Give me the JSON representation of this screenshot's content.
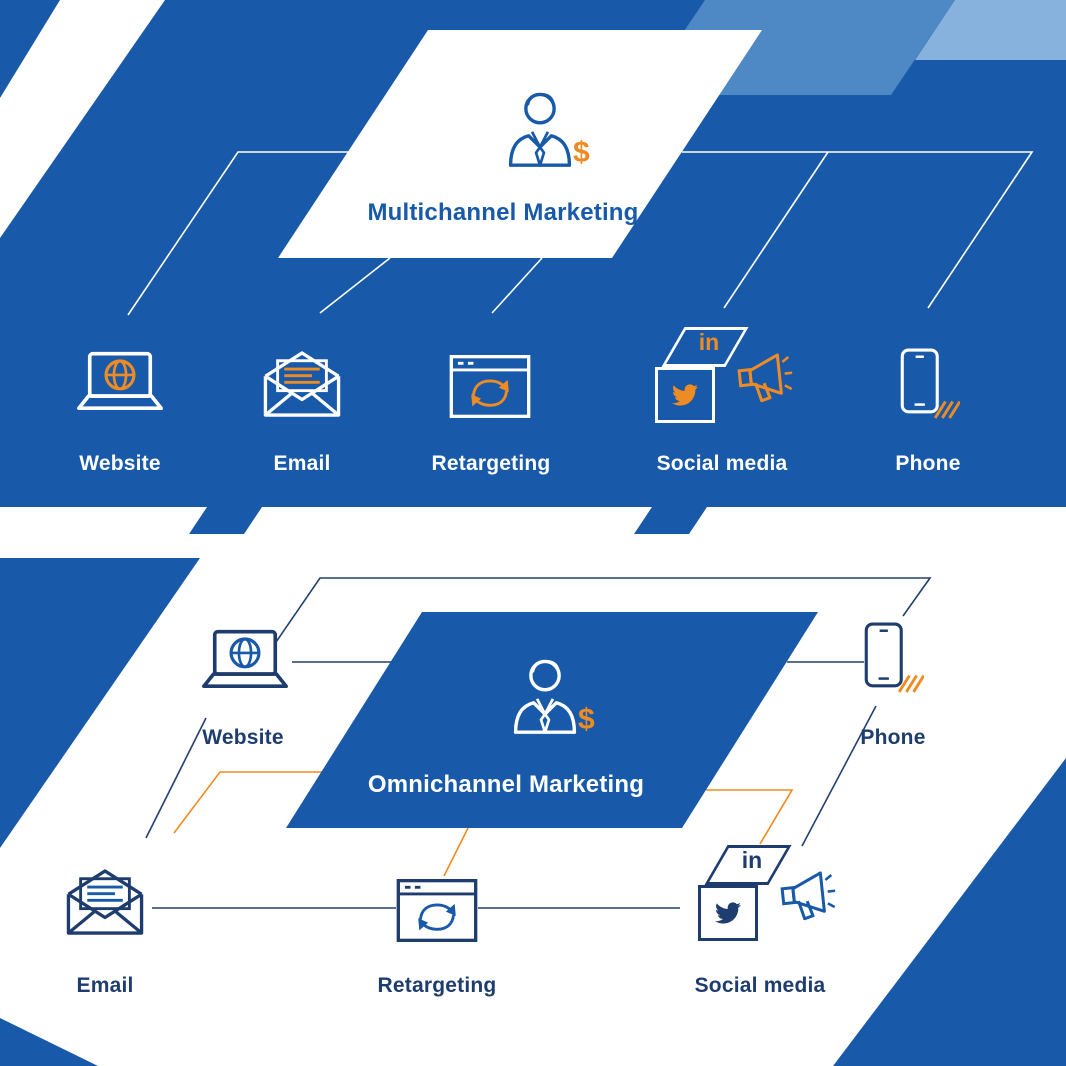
{
  "colors": {
    "primary_blue": "#185aa9",
    "navy": "#1e3d6e",
    "orange": "#ef8b23",
    "light_blue_stripe": "#4e88c5",
    "lighter_blue_stripe": "#87b2de",
    "white": "#ffffff"
  },
  "top_section": {
    "title": "Multichannel Marketing",
    "dollar_sign": "$",
    "linkedin_text": "in",
    "channels": [
      {
        "label": "Website",
        "icon": "laptop-globe-icon"
      },
      {
        "label": "Email",
        "icon": "open-envelope-icon"
      },
      {
        "label": "Retargeting",
        "icon": "browser-refresh-icon"
      },
      {
        "label": "Social media",
        "icon": "linkedin-twitter-megaphone-icon"
      },
      {
        "label": "Phone",
        "icon": "smartphone-icon"
      }
    ]
  },
  "bottom_section": {
    "title": "Omnichannel Marketing",
    "dollar_sign": "$",
    "linkedin_text": "in",
    "channels": [
      {
        "label": "Website",
        "icon": "laptop-globe-icon"
      },
      {
        "label": "Email",
        "icon": "open-envelope-icon"
      },
      {
        "label": "Retargeting",
        "icon": "browser-refresh-icon"
      },
      {
        "label": "Social media",
        "icon": "linkedin-twitter-megaphone-icon"
      },
      {
        "label": "Phone",
        "icon": "smartphone-icon"
      }
    ]
  }
}
